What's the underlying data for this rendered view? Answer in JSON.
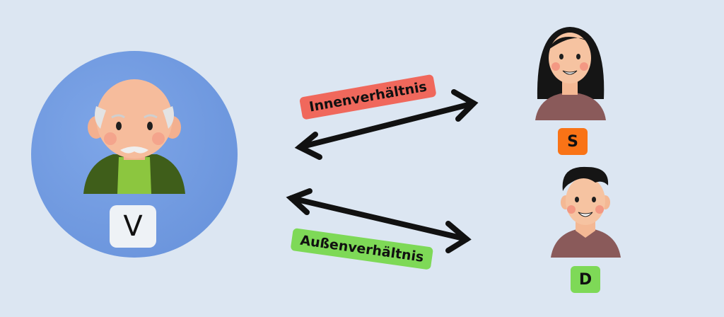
{
  "diagram": {
    "nodes": {
      "v": {
        "label": "V"
      },
      "s": {
        "label": "S"
      },
      "d": {
        "label": "D"
      }
    },
    "relations": {
      "inner": {
        "label": "Innenverhältnis"
      },
      "outer": {
        "label": "Außenverhältnis"
      }
    }
  },
  "colors": {
    "background": "#dce6f2",
    "circle": "#6f9be0",
    "inner_tag": "#f0685c",
    "outer_tag": "#7ed957",
    "s_badge": "#f97316",
    "d_badge": "#7ed957",
    "arrow": "#111111"
  },
  "icons": {
    "v": "old-man-avatar",
    "s": "woman-avatar",
    "d": "young-man-avatar"
  }
}
